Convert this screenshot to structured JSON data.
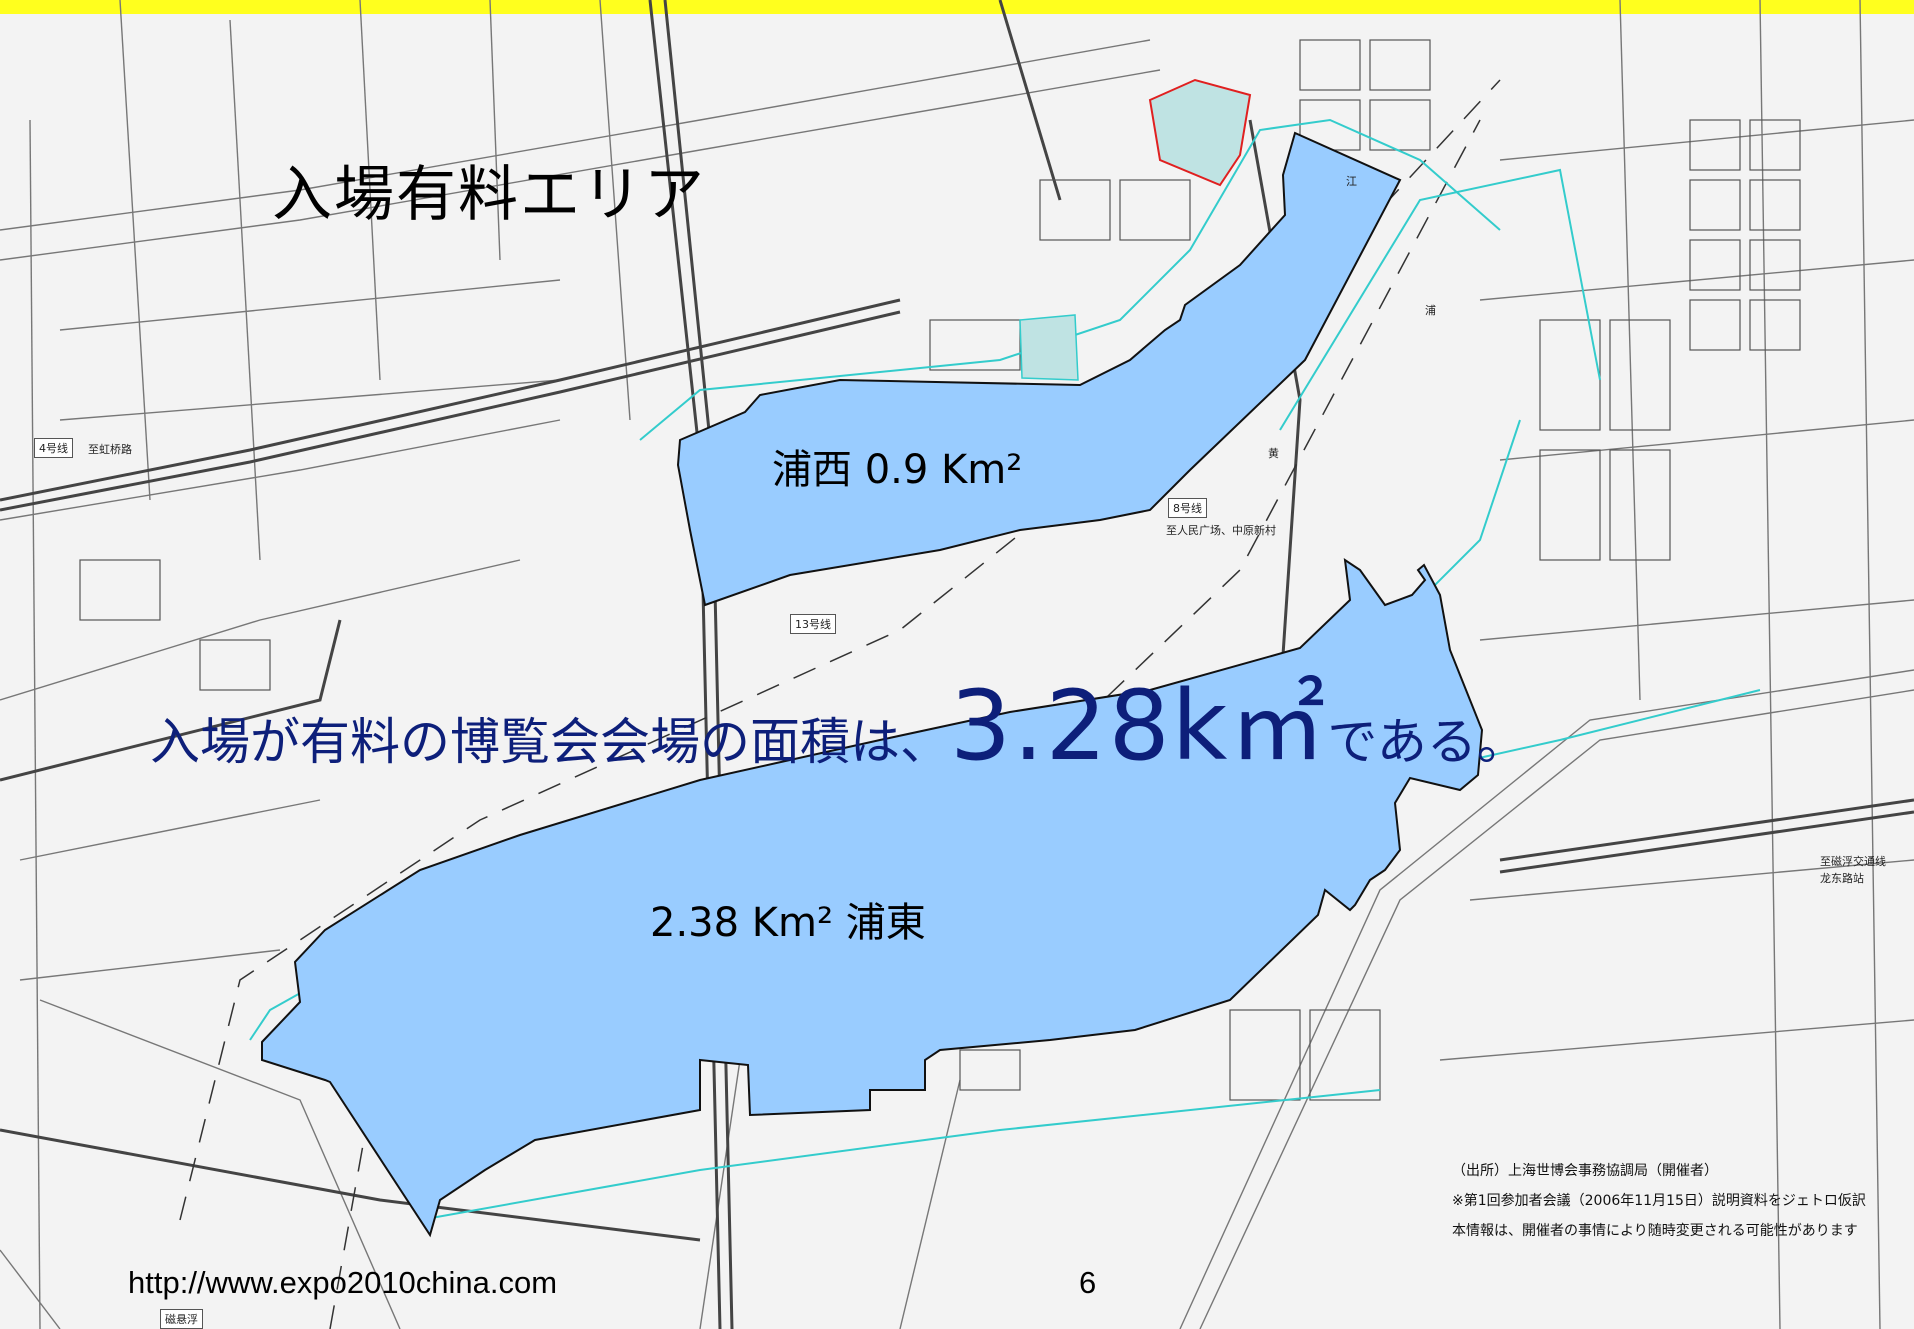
{
  "title": "入場有料エリア",
  "areas": {
    "puxi_label": "浦西 0.9 Km²",
    "pudong_label": "2.38 Km² 浦東"
  },
  "headline": {
    "prefix": "入場が有料の博覧会会場の面積は、",
    "value": "3.28k㎡",
    "suffix": "である。"
  },
  "footer": {
    "url": "http://www.expo2010china.com",
    "page_number": "6"
  },
  "source_notes": [
    "（出所）上海世博会事務協調局（開催者）",
    "※第1回参加者会議（2006年11月15日）説明資料をジェトロ仮訳",
    "本情報は、開催者の事情により随時変更される可能性があります"
  ],
  "map_labels": {
    "line4": "4号线",
    "line4_dest": "至虹桥路",
    "line8": "8号线",
    "line8_dest": "至人民广场、中原新村",
    "line13": "13号线",
    "bottom_left": "磁悬浮",
    "right_dest_1": "至磁浮交通线",
    "right_dest_2": "龙东路站",
    "river_1": "江",
    "river_2": "浦",
    "river_3": "黄"
  },
  "colors": {
    "top_band": "#ffff1e",
    "area_fill": "#99ccff",
    "headline_text": "#0d1f7a",
    "road_lines": "#555555",
    "site_outline": "#33cccc",
    "highlight_outline": "#e02020"
  }
}
